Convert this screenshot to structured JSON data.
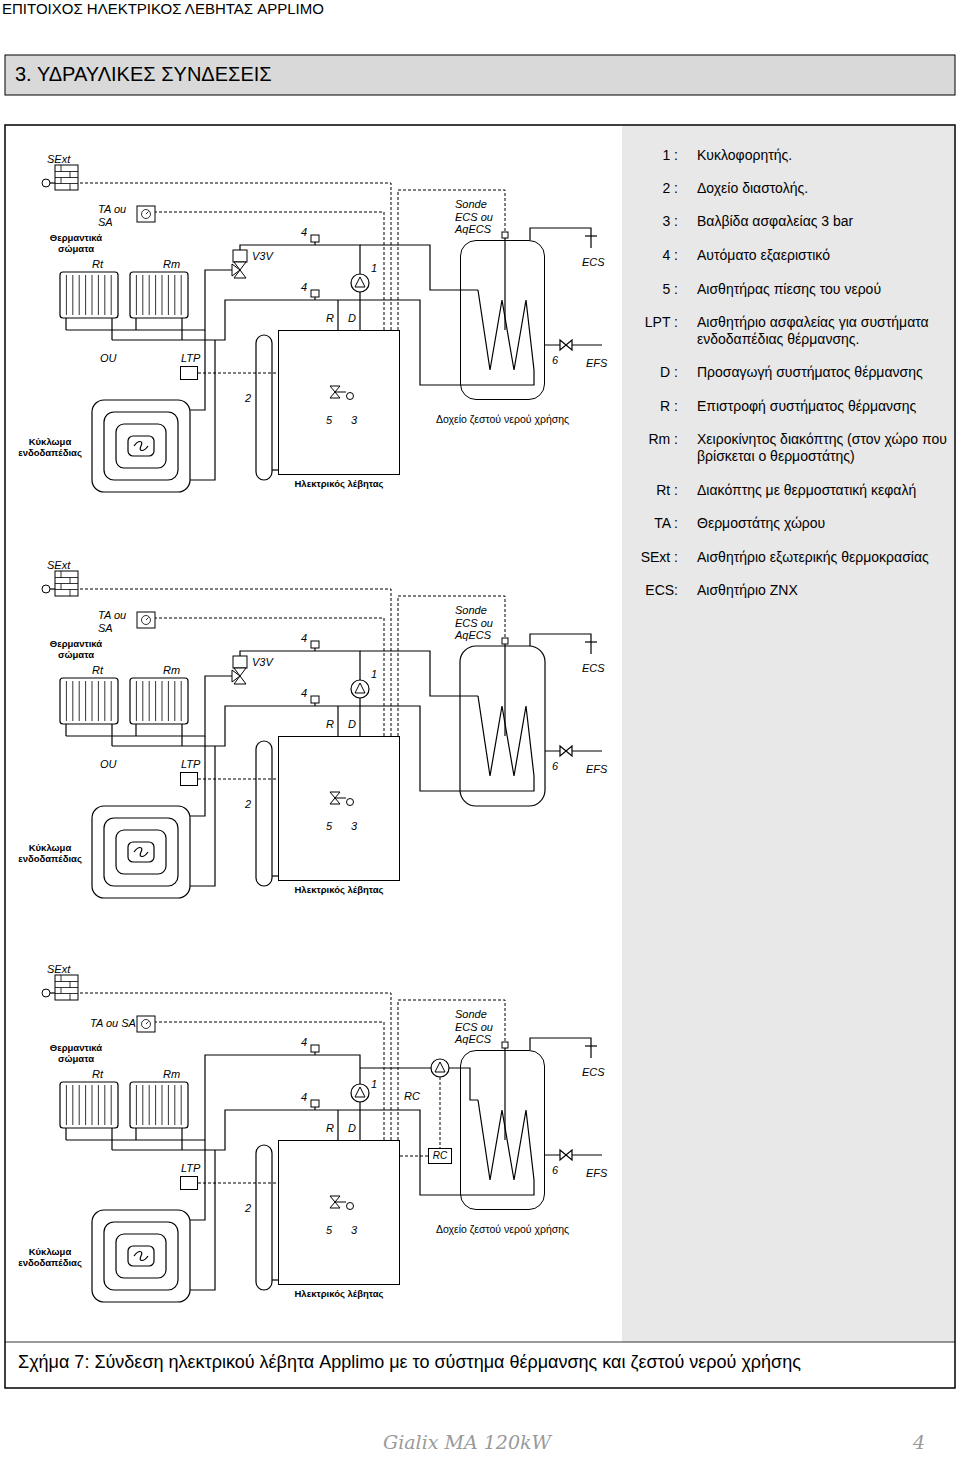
{
  "diagram": {
    "title": "3. ΥΔΡΑΥΛΙΚΕΣ ΣΥΝΔΕΣΕΙΣ",
    "caption": "Σχήμα 7: Σύνδεση ηλεκτρικού λέβητα Applimo με το σύστημα θέρμανσης και ζεστού νερού χρήσης",
    "nodes": [
      {
        "text": [
          "Δοχείο ζεστού νερού χρήσης"
        ]
      },
      {
        "text": [
          "LTP"
        ]
      },
      {
        "text": [
          "Ηλεκτρικός λέβητας"
        ]
      },
      {
        "text": [
          "LTP"
        ]
      },
      {
        "text": [
          "Ηλεκτρικός λέβητας"
        ]
      },
      {
        "text": [
          "Δοχείο ζεστού νερού χρήσης"
        ]
      },
      {
        "text": [
          "RC"
        ]
      },
      {
        "text": [
          "LTP"
        ]
      },
      {
        "text": [
          "Ηλεκτρικός λέβητας"
        ]
      }
    ],
    "edges": [
      {
        "from": 1,
        "to": 2,
        "arrow": "none"
      },
      {
        "from": 3,
        "to": 4,
        "arrow": "none"
      },
      {
        "from": 6,
        "to": 8,
        "arrow": "none"
      },
      {
        "from": 7,
        "to": 8,
        "arrow": "none"
      }
    ],
    "labels": [
      "ΕΠΙΤΟΙΧΟΣ ΗΛΕΚΤΡΙΚΟΣ ΛΕΒΗΤΑΣ APPLIMO",
      "SExt",
      "TA ou SA",
      "Θερμαντικά σώματα",
      "Rt",
      "Rm",
      "4",
      "V3V",
      "4",
      "1",
      "R",
      "D",
      "2",
      "5",
      "3",
      "Sonde ECS ou AqECS",
      "ECS",
      "6",
      "EFS",
      "OU",
      "Κύκλωμα ενδοδαπέδιας",
      "SExt",
      "TA ou SA",
      "Θερμαντικά σώματα",
      "Rt",
      "Rm",
      "4",
      "V3V",
      "4",
      "1",
      "R",
      "D",
      "2",
      "5",
      "3",
      "Sonde ECS ou AqECS",
      "ECS",
      "6",
      "EFS",
      "OU",
      "Κύκλωμα ενδοδαπέδιας",
      "SExt",
      "TA ou SA",
      "Θερμαντικά σώματα",
      "Rt",
      "Rm",
      "4",
      "4",
      "1",
      "RC",
      "R",
      "D",
      "2",
      "5",
      "3",
      "Sonde ECS ou AqECS",
      "ECS",
      "6",
      "EFS",
      "Κύκλωμα ενδοδαπέδιας",
      "1 :",
      "Κυκλοφορητής.",
      "2 :",
      "Δοχείο διαστολής.",
      "3 :",
      "Βαλβίδα ασφαλείας 3 bar",
      "4 :",
      "Αυτόματο εξαεριστικό",
      "5 :",
      "Αισθητήρας πίεσης του νερού",
      "LPT :",
      "Αισθητήριο ασφαλείας για συστήματα ενδοδαπέδιας θέρμανσης.",
      "D :",
      "Προσαγωγή συστήματος θέρμανσης",
      "R :",
      "Επιστροφή συστήματος θέρμανσης",
      "Rm :",
      "Χειροκίνητος διακόπτης (στον χώρο που βρίσκεται ο θερμοστάτης)",
      "Rt :",
      "Διακόπτης με θερμοστατική κεφαλή",
      "TA :",
      "Θερμοστάτης χώρου",
      "SExt :",
      "Αισθητήριο εξωτερικής θερμοκρασίας",
      "ECS:",
      "Αισθητήριο ZNX",
      "Gialix MA 120kW",
      "4"
    ]
  }
}
